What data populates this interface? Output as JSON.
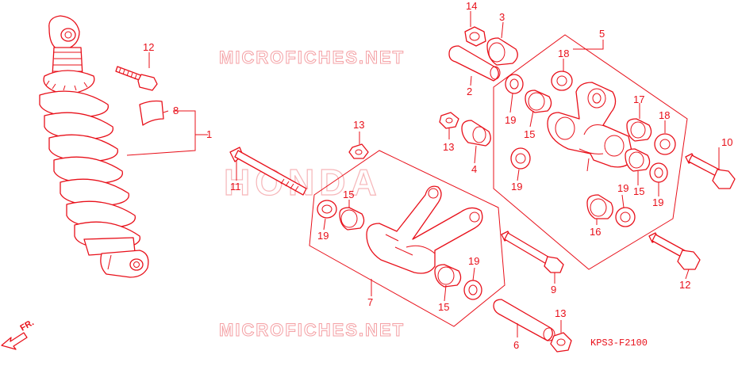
{
  "watermark": {
    "site": "MICROFICHES.NET",
    "brand": "HONDA"
  },
  "diagram_code": "KPS3-F2100",
  "direction_label": "FR.",
  "callouts": [
    "14",
    "3",
    "5",
    "12",
    "8",
    "1",
    "2",
    "18",
    "19",
    "15",
    "17",
    "18",
    "13",
    "13",
    "10",
    "11",
    "4",
    "19",
    "15",
    "19",
    "15",
    "19",
    "16",
    "9",
    "12",
    "7",
    "19",
    "15",
    "13",
    "6"
  ],
  "colors": {
    "line": "#e8101a",
    "watermark": "#f4a0a4"
  }
}
